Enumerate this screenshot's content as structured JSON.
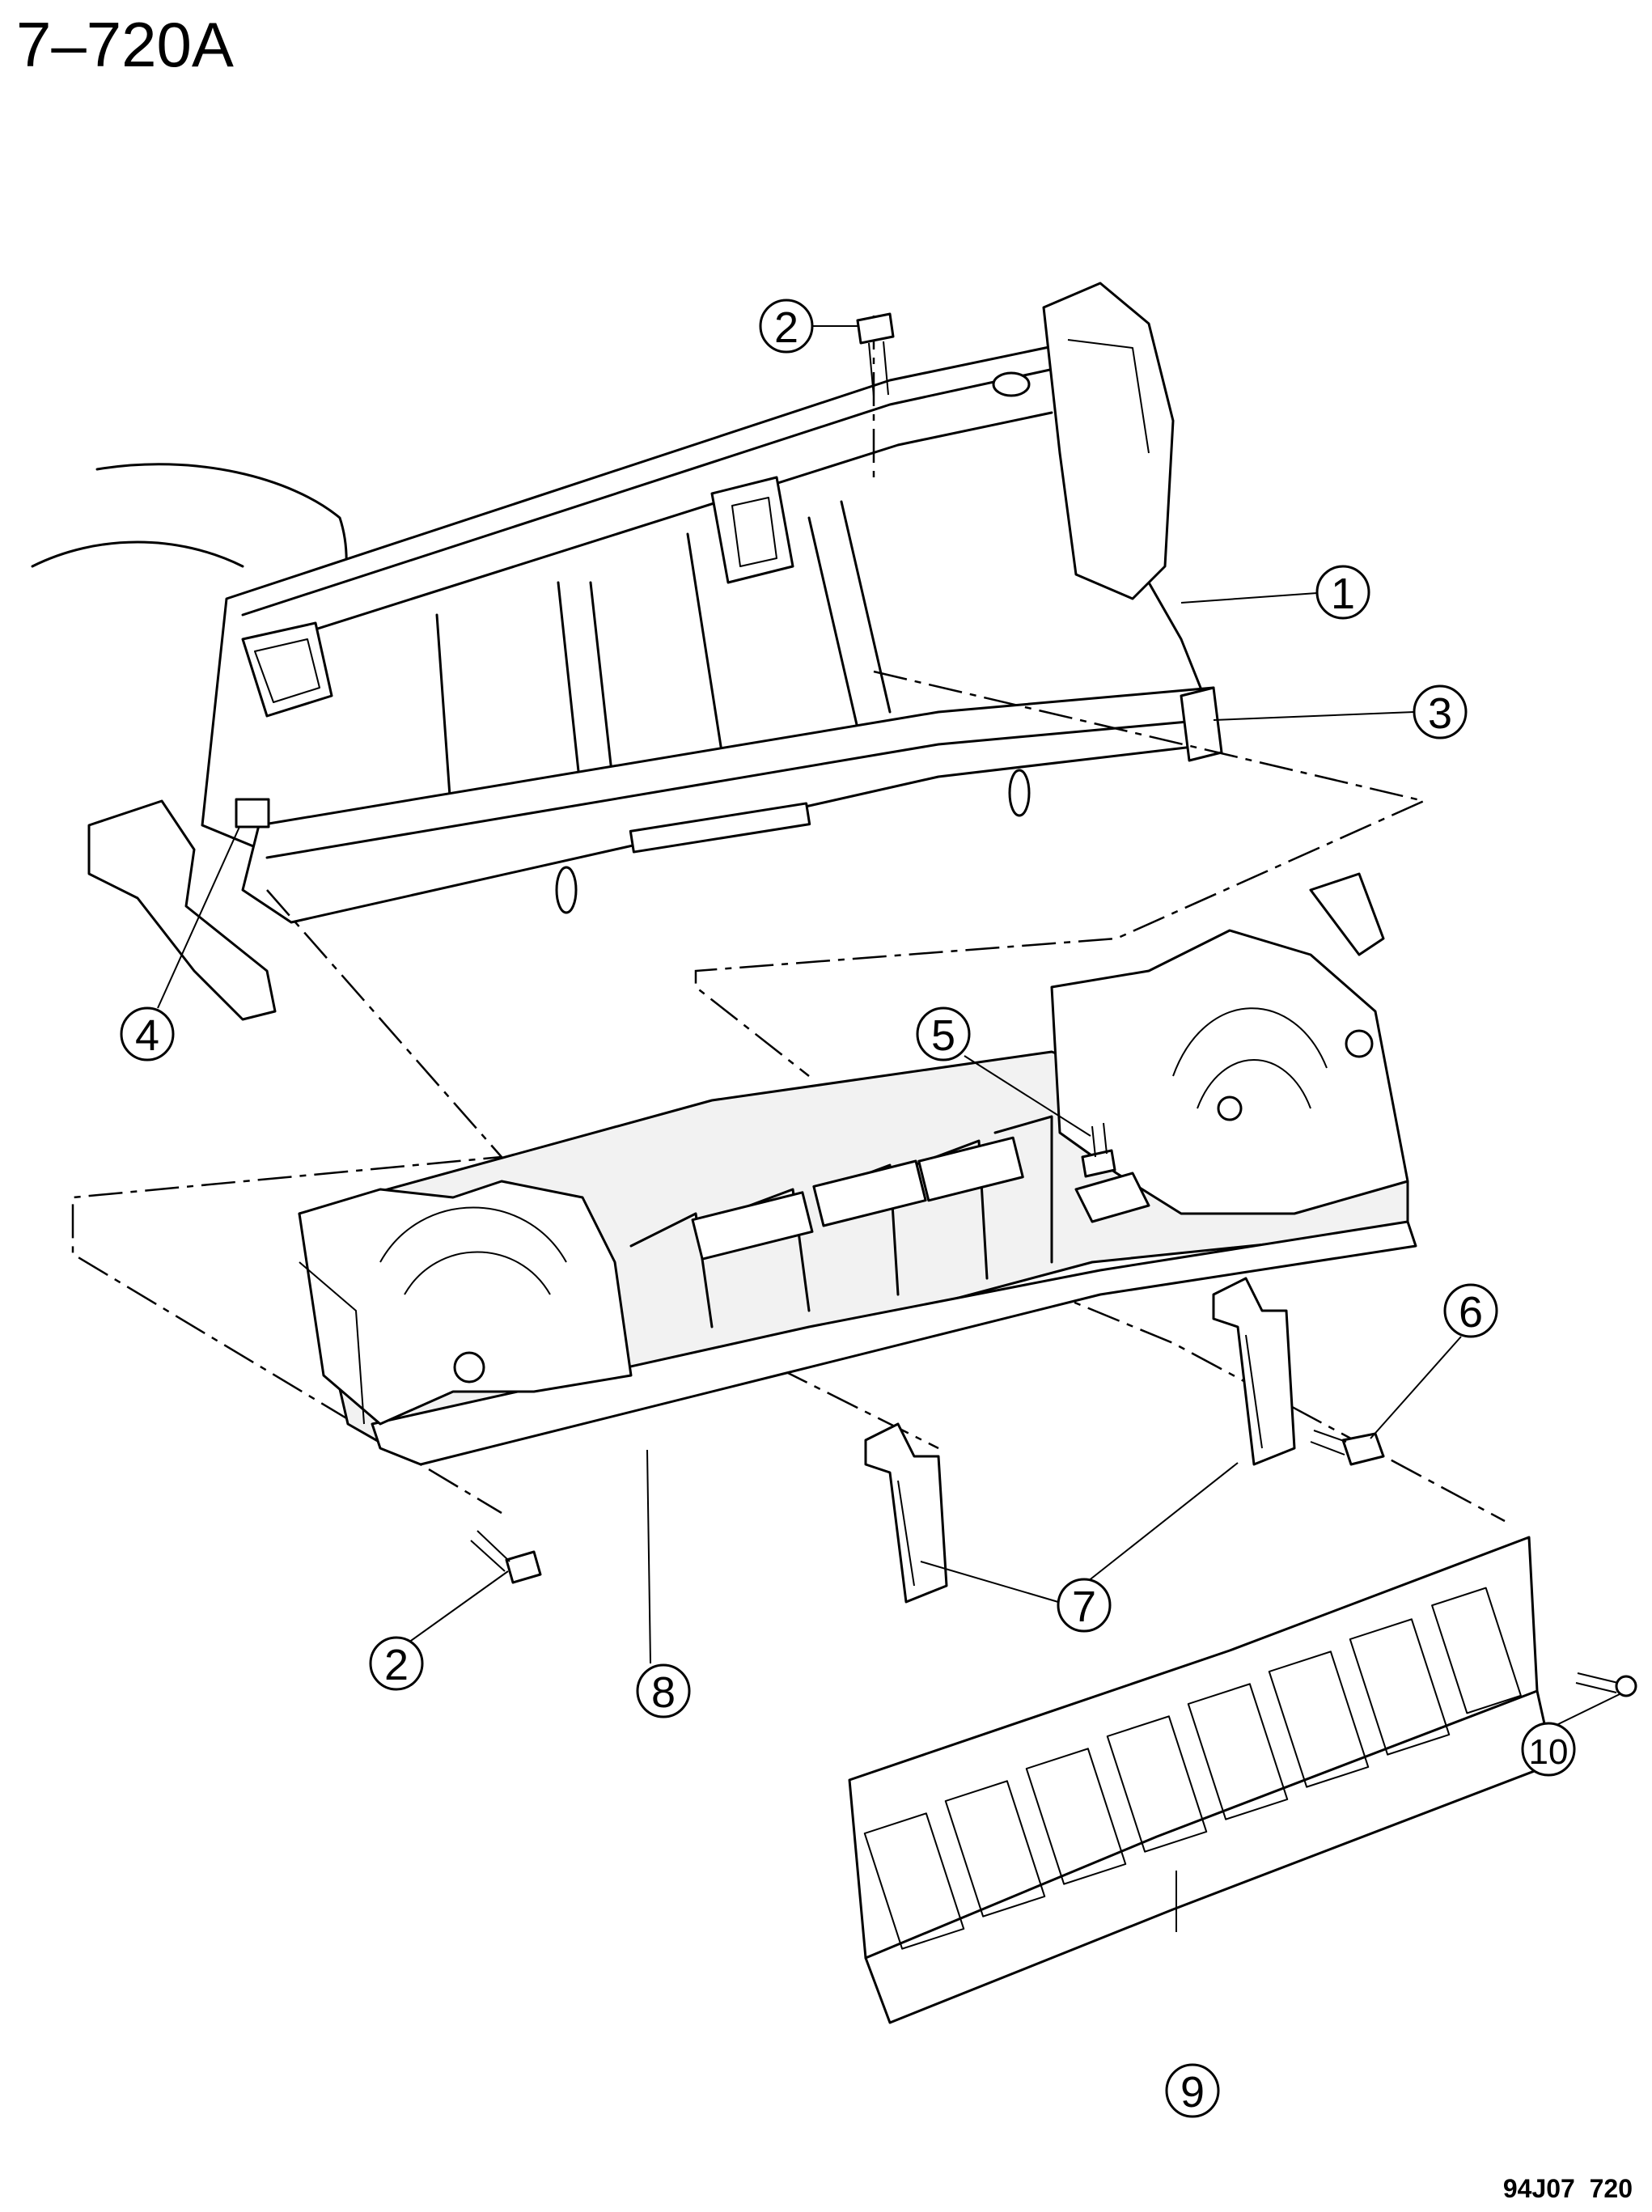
{
  "figure_id": "7–720A",
  "drawing_code": "94J07  720",
  "callouts": [
    {
      "key": "1",
      "label": "1"
    },
    {
      "key": "2a",
      "label": "2"
    },
    {
      "key": "3",
      "label": "3"
    },
    {
      "key": "4",
      "label": "4"
    },
    {
      "key": "5",
      "label": "5"
    },
    {
      "key": "6",
      "label": "6"
    },
    {
      "key": "7",
      "label": "7"
    },
    {
      "key": "2b",
      "label": "2"
    },
    {
      "key": "8",
      "label": "8"
    },
    {
      "key": "9",
      "label": "9"
    },
    {
      "key": "10",
      "label": "10"
    }
  ]
}
